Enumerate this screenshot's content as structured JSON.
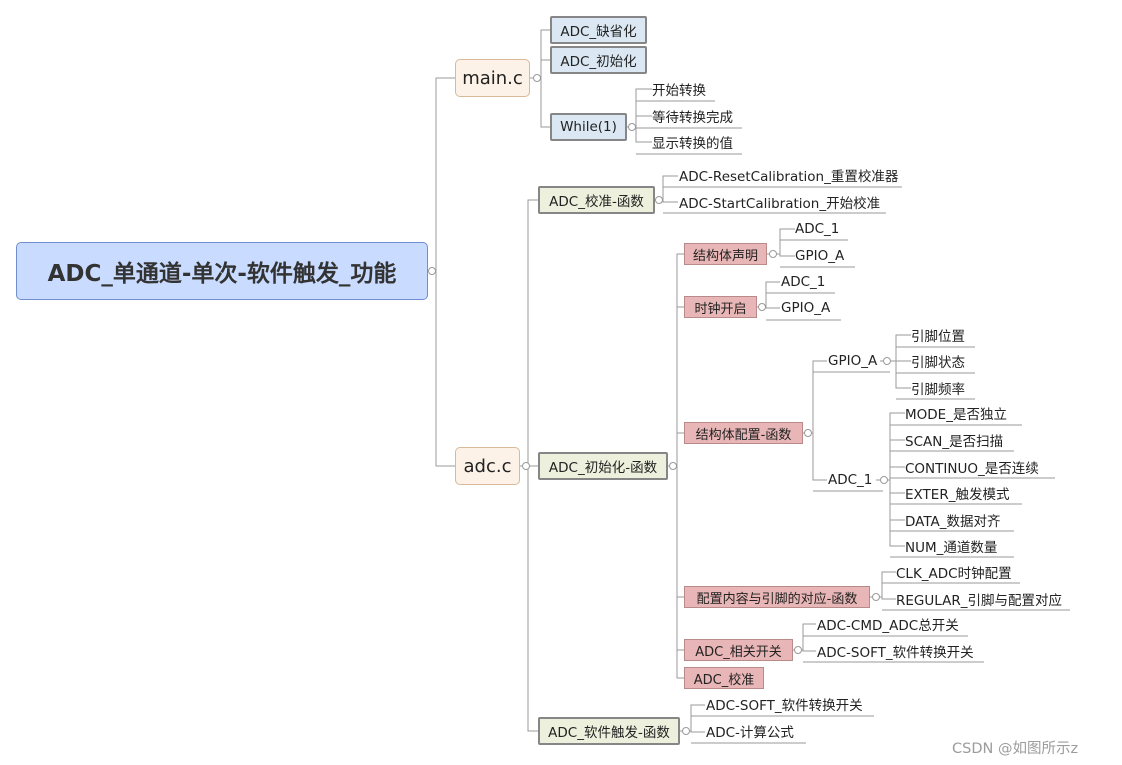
{
  "root": "ADC_单通道-单次-软件触发_功能",
  "main_c": {
    "label": "main.c",
    "default": "ADC_缺省化",
    "init": "ADC_初始化",
    "while": {
      "label": "While(1)",
      "items": [
        "开始转换",
        "等待转换完成",
        "显示转换的值"
      ]
    }
  },
  "adc_c": {
    "label": "adc.c",
    "calib_func": {
      "label": "ADC_校准-函数",
      "items": [
        "ADC-ResetCalibration_重置校准器",
        "ADC-StartCalibration_开始校准"
      ]
    },
    "init_func": {
      "label": "ADC_初始化-函数",
      "struct_decl": {
        "label": "结构体声明",
        "items": [
          "ADC_1",
          "GPIO_A"
        ]
      },
      "clock": {
        "label": "时钟开启",
        "items": [
          "ADC_1",
          "GPIO_A"
        ]
      },
      "struct_config": {
        "label": "结构体配置-函数",
        "gpio": {
          "label": "GPIO_A",
          "items": [
            "引脚位置",
            "引脚状态",
            "引脚频率"
          ]
        },
        "adc": {
          "label": "ADC_1",
          "items": [
            "MODE_是否独立",
            "SCAN_是否扫描",
            "CONTINUO_是否连续",
            "EXTER_触发模式",
            "DATA_数据对齐",
            "NUM_通道数量"
          ]
        }
      },
      "mapping": {
        "label": "配置内容与引脚的对应-函数",
        "items": [
          "CLK_ADC时钟配置",
          "REGULAR_引脚与配置对应"
        ]
      },
      "switch": {
        "label": "ADC_相关开关",
        "items": [
          "ADC-CMD_ADC总开关",
          "ADC-SOFT_软件转换开关"
        ]
      },
      "calib": "ADC_校准"
    },
    "soft_func": {
      "label": "ADC_软件触发-函数",
      "items": [
        "ADC-SOFT_软件转换开关",
        "ADC-计算公式"
      ]
    }
  },
  "watermark": "CSDN @如图所示z"
}
